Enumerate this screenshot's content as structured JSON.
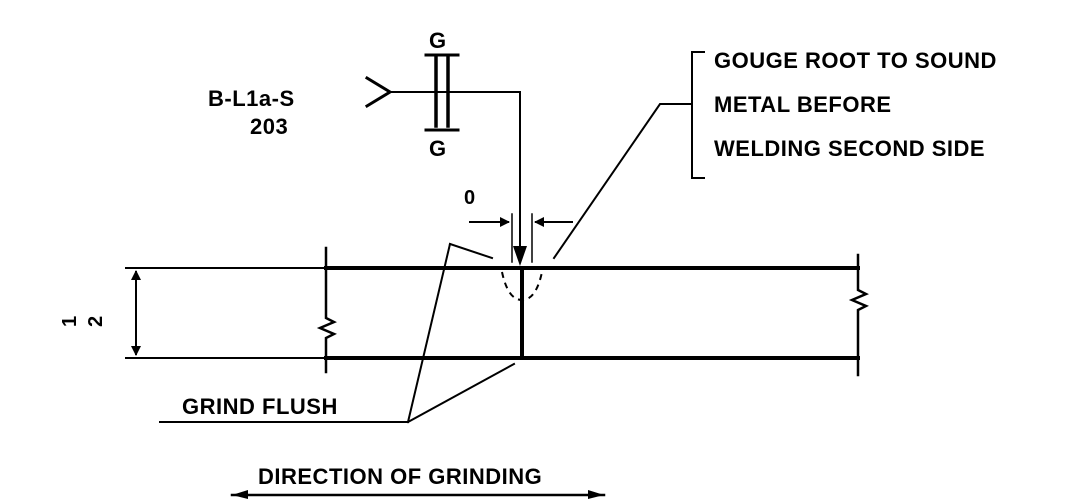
{
  "weld_symbol": {
    "joint_designation": "B-L1a-S",
    "joint_number": "203",
    "arrow_side_contour": "G",
    "other_side_contour": "G"
  },
  "notes": {
    "gouge_line_1": "GOUGE ROOT TO SOUND",
    "gouge_line_2": "METAL BEFORE",
    "gouge_line_3": "WELDING SECOND SIDE",
    "grind_flush": "GRIND FLUSH",
    "direction_of_grinding": "DIRECTION OF GRINDING"
  },
  "dimensions": {
    "root_opening": "0",
    "thickness_num": "1",
    "thickness_den": "2"
  }
}
